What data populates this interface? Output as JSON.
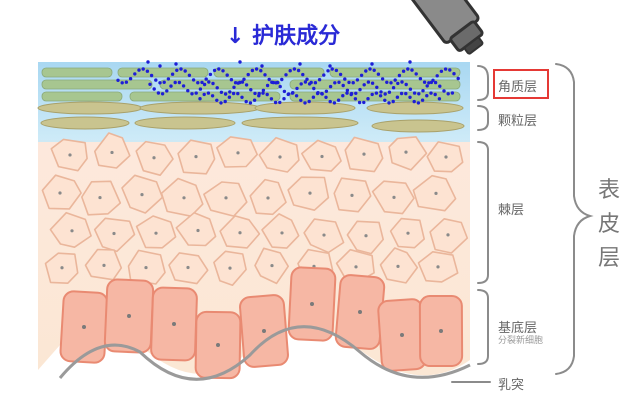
{
  "heading": {
    "arrow": "↓",
    "text": "护肤成分"
  },
  "layers": {
    "stratum_corneum": "角质层",
    "stratum_granulosum": "颗粒层",
    "stratum_spinosum": "棘层",
    "stratum_basale": "基底层",
    "stratum_basale_note": "分裂新细胞",
    "dermal_papilla": "乳突"
  },
  "epidermis": [
    "表",
    "皮",
    "层"
  ],
  "highlighted_layer": "角质层",
  "colors": {
    "heading": "#2a2ad6",
    "highlight_box": "#e53935",
    "ingredient_dots": "#1e1ed6",
    "corneum_band": "#9cc98e",
    "basal_cells": "#f4a28c",
    "dermis": "#fde9d8"
  },
  "icons": [
    "dropper-icon"
  ]
}
